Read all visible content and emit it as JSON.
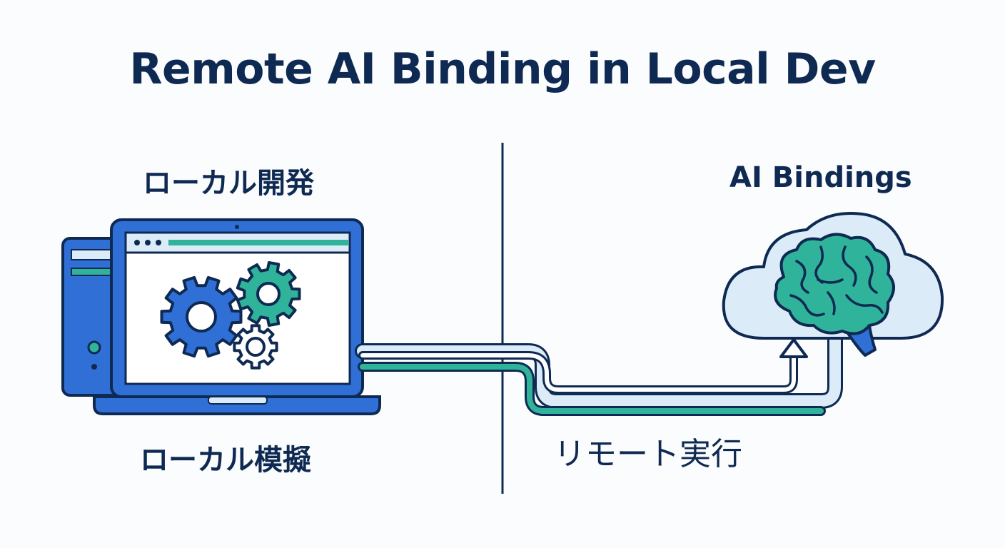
{
  "title": "Remote AI Binding in Local Dev",
  "left": {
    "top_label": "ローカル開発",
    "bottom_label": "ローカル模擬"
  },
  "right": {
    "top_label": "AI Bindings",
    "bottom_label": "リモート実行"
  },
  "colors": {
    "navy": "#0f2a52",
    "blue": "#2f6fd6",
    "teal": "#2fb39a",
    "light_blue": "#dcebf8"
  }
}
